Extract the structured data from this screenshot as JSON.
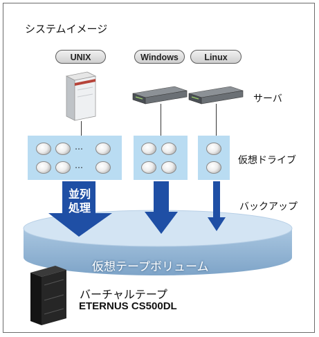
{
  "title": "システムイメージ",
  "os_labels": [
    "UNIX",
    "Windows",
    "Linux"
  ],
  "labels": {
    "server": "サーバ",
    "virtual_drive": "仮想ドライブ",
    "backup": "バックアップ",
    "parallel_1": "並列",
    "parallel_2": "処理",
    "ellipsis": "…",
    "virtual_tape_volume": "仮想テープボリューム",
    "virtual_tape_line1": "バーチャルテープ",
    "virtual_tape_line2": "ETERNUS CS500DL"
  },
  "colors": {
    "drive_box": "#b9dcf2",
    "arrow": "#1f4fa5",
    "volume_top": "#c8ddef",
    "volume_side": "#8fb2d3"
  }
}
